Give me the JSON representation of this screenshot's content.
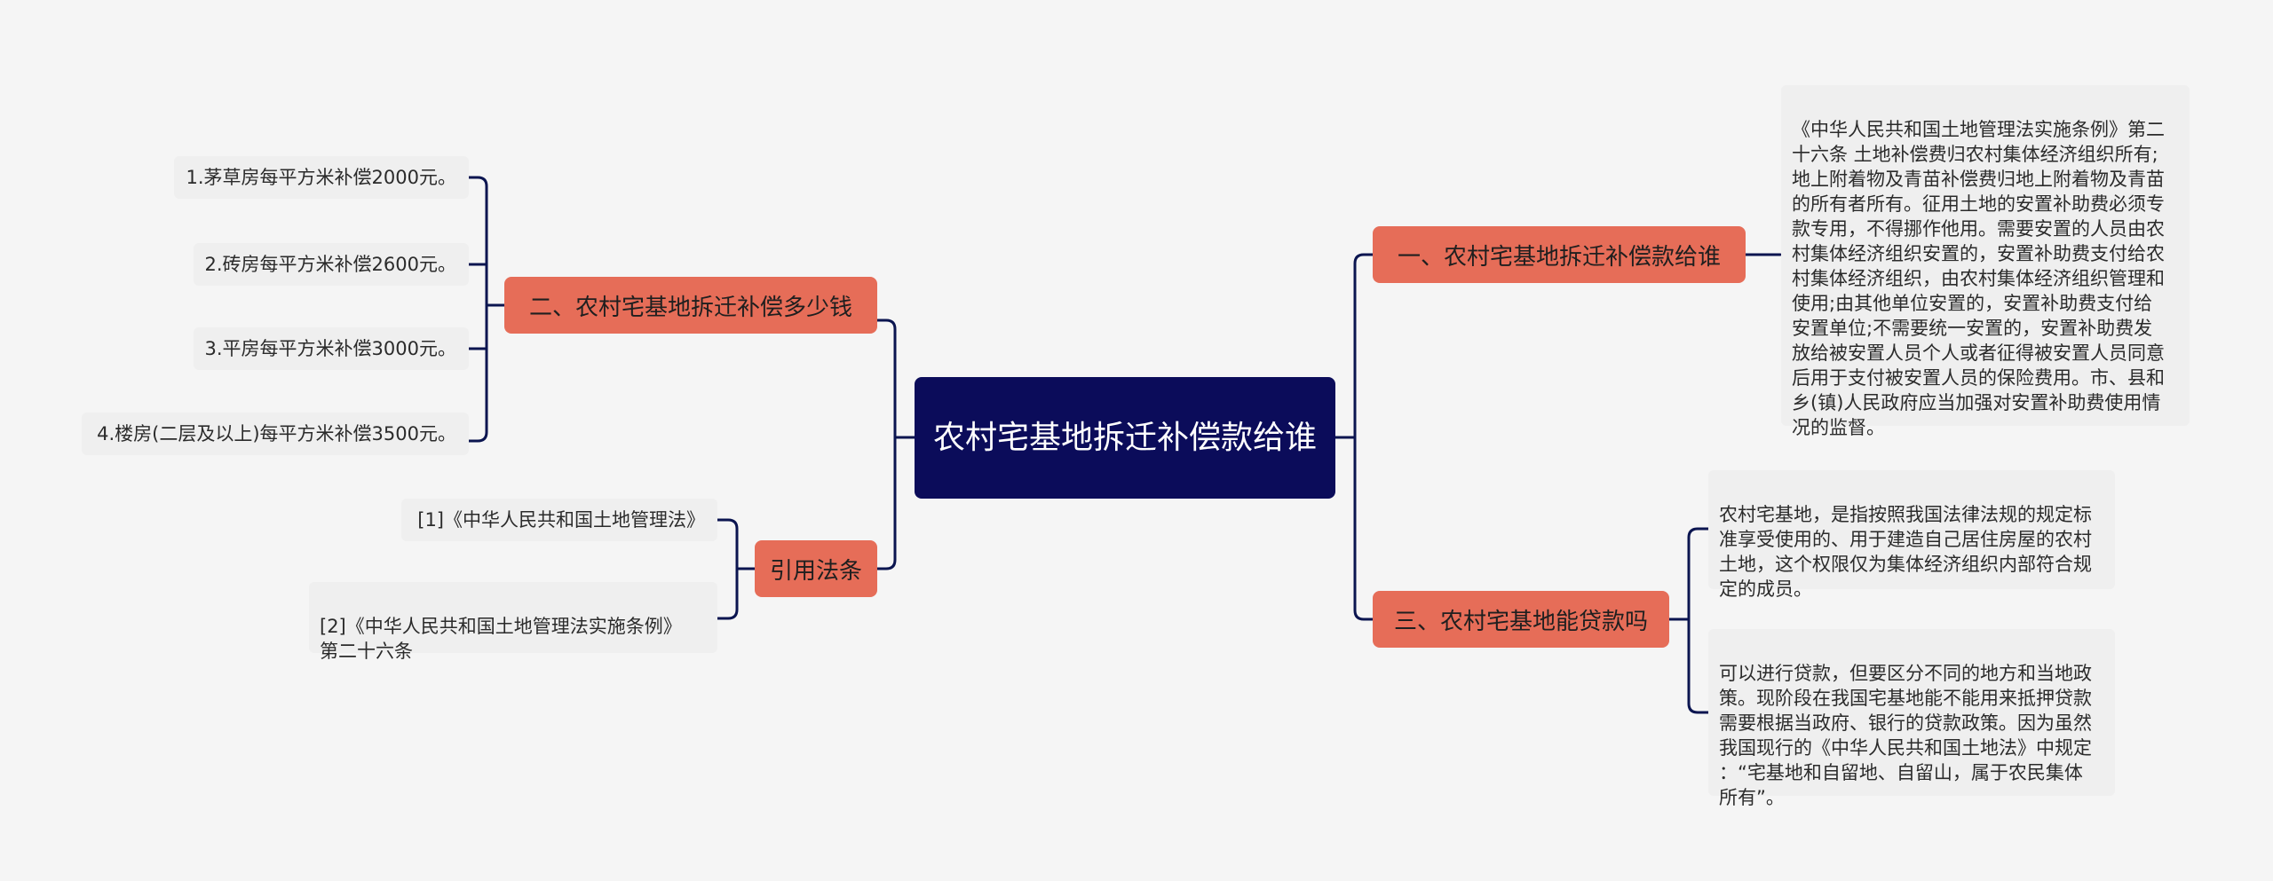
{
  "root": {
    "label": "农村宅基地拆迁补偿款给谁"
  },
  "right": [
    {
      "label": "一、农村宅基地拆迁补偿款给谁",
      "notes": [
        "《中华人民共和国土地管理法实施条例》第二\n十六条 土地补偿费归农村集体经济组织所有;\n地上附着物及青苗补偿费归地上附着物及青苗\n的所有者所有。征用土地的安置补助费必须专\n款专用，不得挪作他用。需要安置的人员由农\n村集体经济组织安置的，安置补助费支付给农\n村集体经济组织，由农村集体经济组织管理和\n使用;由其他单位安置的，安置补助费支付给\n安置单位;不需要统一安置的，安置补助费发\n放给被安置人员个人或者征得被安置人员同意\n后用于支付被安置人员的保险费用。市、县和\n乡(镇)人民政府应当加强对安置补助费使用情\n况的监督。"
      ]
    },
    {
      "label": "三、农村宅基地能贷款吗",
      "notes": [
        "农村宅基地，是指按照我国法律法规的规定标\n准享受使用的、用于建造自己居住房屋的农村\n土地，这个权限仅为集体经济组织内部符合规\n定的成员。",
        "可以进行贷款，但要区分不同的地方和当地政\n策。现阶段在我国宅基地能不能用来抵押贷款\n需要根据当政府、银行的贷款政策。因为虽然\n我国现行的《中华人民共和国土地法》中规定\n：“宅基地和自留地、自留山，属于农民集体\n所有”。"
      ]
    }
  ],
  "left": [
    {
      "label": "二、农村宅基地拆迁补偿多少钱",
      "notes": [
        "1.茅草房每平方米补偿2000元。",
        "2.砖房每平方米补偿2600元。",
        "3.平房每平方米补偿3000元。",
        "4.楼房(二层及以上)每平方米补偿3500元。"
      ]
    },
    {
      "label": "引用法条",
      "notes": [
        "[1]《中华人民共和国土地管理法》",
        "[2]《中华人民共和国土地管理法实施条例》\n第二十六条"
      ]
    }
  ],
  "colors": {
    "root": "#0b0c5a",
    "branch": "#e66d58",
    "leaf": "#efefef",
    "line": "#0b1550"
  }
}
